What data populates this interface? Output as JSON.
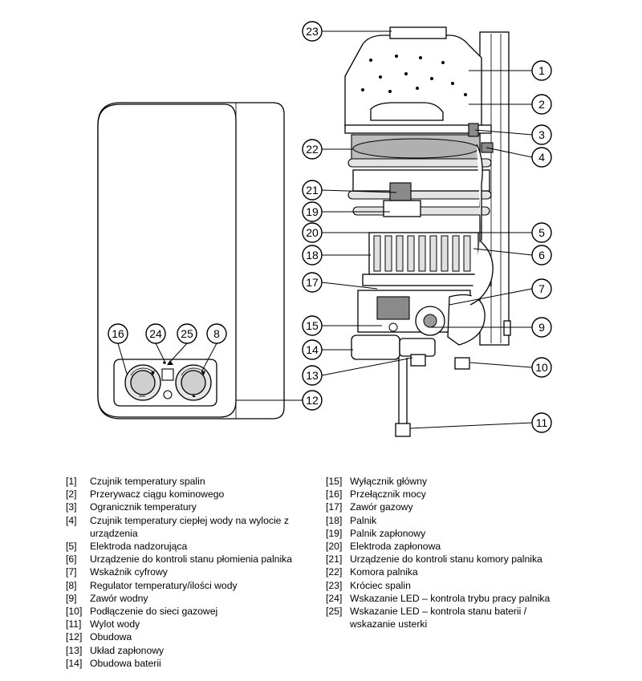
{
  "callouts": {
    "c1": "1",
    "c2": "2",
    "c3": "3",
    "c4": "4",
    "c5": "5",
    "c6": "6",
    "c7": "7",
    "c8": "8",
    "c9": "9",
    "c10": "10",
    "c11": "11",
    "c12": "12",
    "c13": "13",
    "c14": "14",
    "c15": "15",
    "c16": "16",
    "c17": "17",
    "c18": "18",
    "c19": "19",
    "c20": "20",
    "c21": "21",
    "c22": "22",
    "c23": "23",
    "c24": "24",
    "c25": "25"
  },
  "legend_left": [
    {
      "num": "[1]",
      "text": "Czujnik temperatury spalin"
    },
    {
      "num": "[2]",
      "text": "Przerywacz ciągu kominowego"
    },
    {
      "num": "[3]",
      "text": "Ogranicznik temperatury"
    },
    {
      "num": "[4]",
      "text": "Czujnik temperatury ciepłej wody na wylocie z urządzenia"
    },
    {
      "num": "[5]",
      "text": "Elektroda nadzorująca"
    },
    {
      "num": "[6]",
      "text": "Urządzenie do kontroli stanu płomienia palnika"
    },
    {
      "num": "[7]",
      "text": "Wskaźnik cyfrowy"
    },
    {
      "num": "[8]",
      "text": "Regulator temperatury/ilości wody"
    },
    {
      "num": "[9]",
      "text": "Zawór wodny"
    },
    {
      "num": "[10]",
      "text": "Podłączenie do sieci gazowej"
    },
    {
      "num": "[11]",
      "text": "Wylot wody"
    },
    {
      "num": "[12]",
      "text": "Obudowa"
    },
    {
      "num": "[13]",
      "text": "Układ zapłonowy"
    },
    {
      "num": "[14]",
      "text": "Obudowa baterii"
    }
  ],
  "legend_right": [
    {
      "num": "[15]",
      "text": "Wyłącznik główny"
    },
    {
      "num": "[16]",
      "text": "Przełącznik mocy"
    },
    {
      "num": "[17]",
      "text": "Zawór gazowy"
    },
    {
      "num": "[18]",
      "text": "Palnik"
    },
    {
      "num": "[19]",
      "text": "Palnik zapłonowy"
    },
    {
      "num": "[20]",
      "text": "Elektroda zapłonowa"
    },
    {
      "num": "[21]",
      "text": "Urządzenie do kontroli stanu komory palnika"
    },
    {
      "num": "[22]",
      "text": "Komora palnika"
    },
    {
      "num": "[23]",
      "text": "Króciec spalin"
    },
    {
      "num": "[24]",
      "text": "Wskazanie LED – kontrola trybu pracy palnika"
    },
    {
      "num": "[25]",
      "text": "Wskazanie LED – kontrola stanu baterii / wskazanie usterki"
    }
  ]
}
